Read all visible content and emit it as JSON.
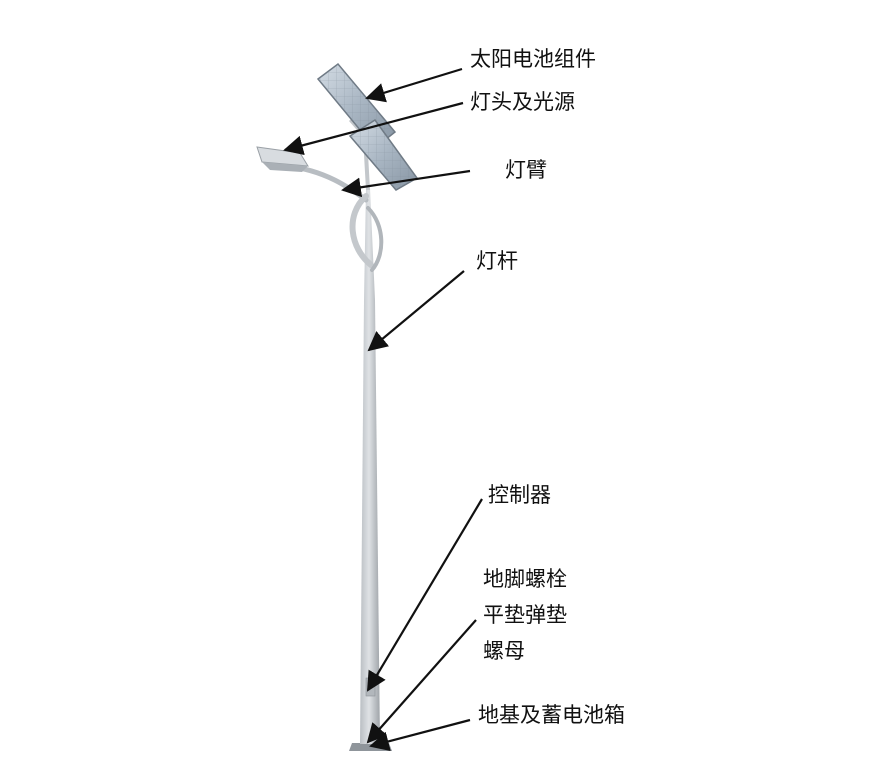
{
  "labels": {
    "solar_panel": "太阳电池组件",
    "lamp_head": "灯头及光源",
    "lamp_arm": "灯臂",
    "lamp_pole": "灯杆",
    "controller": "控制器",
    "anchor_bolt": "地脚螺栓",
    "washers": "平垫弹垫",
    "nut": "螺母",
    "foundation": "地基及蓄电池箱"
  },
  "colors": {
    "pole": "#c9ccd0",
    "pole_shadow": "#9ea3a8",
    "panel_frame": "#8d98a4",
    "panel_cell": "#b7c3cf",
    "lamp_head": "#d6dade",
    "ink": "#111111"
  }
}
